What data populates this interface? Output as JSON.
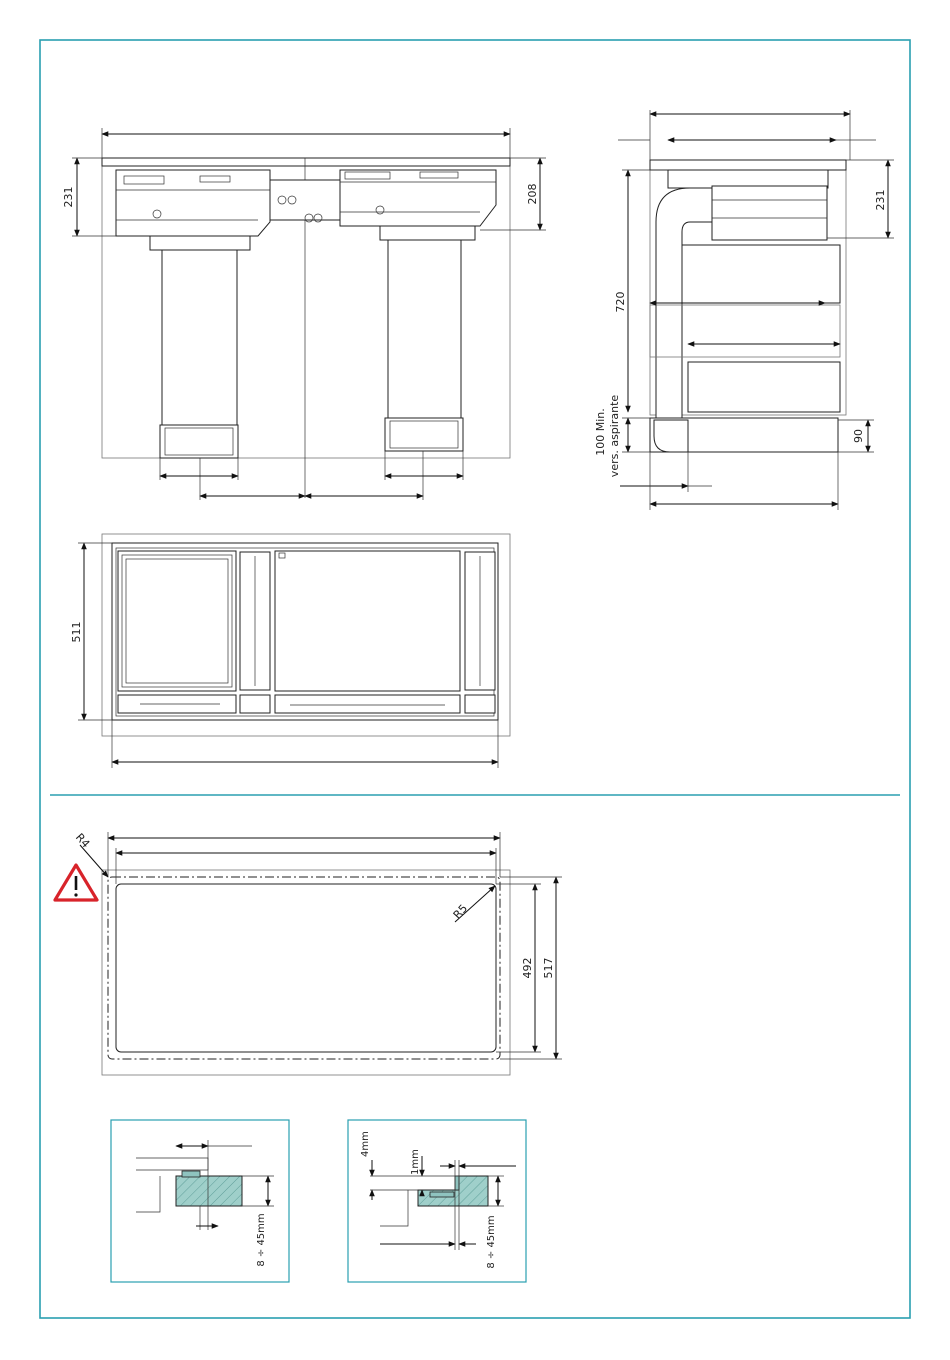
{
  "colors": {
    "frame": "#2a9fb0",
    "hatch": "#8fc3bf",
    "warning": "#d8232a",
    "line": "#111111"
  },
  "top_view": {
    "dim_height_left": "231",
    "dim_height_right": "208"
  },
  "side_view": {
    "dim_height_right": "231",
    "dim_depth": "720",
    "dim_min_line1": "100 Min.",
    "dim_min_line2": "vers. aspirante",
    "dim_duct": "90"
  },
  "plan_view": {
    "dim_height": "511"
  },
  "cutout": {
    "radius_outer": "R4",
    "radius_inner": "R5",
    "dim_inner": "492",
    "dim_outer": "517"
  },
  "detail_flush": {
    "dim_thickness": "8 ÷ 45mm"
  },
  "detail_recessed": {
    "dim_4mm": "4mm",
    "dim_1mm": "1mm",
    "dim_thickness": "8 ÷ 45mm"
  },
  "icons": [
    "warning-triangle-icon"
  ]
}
